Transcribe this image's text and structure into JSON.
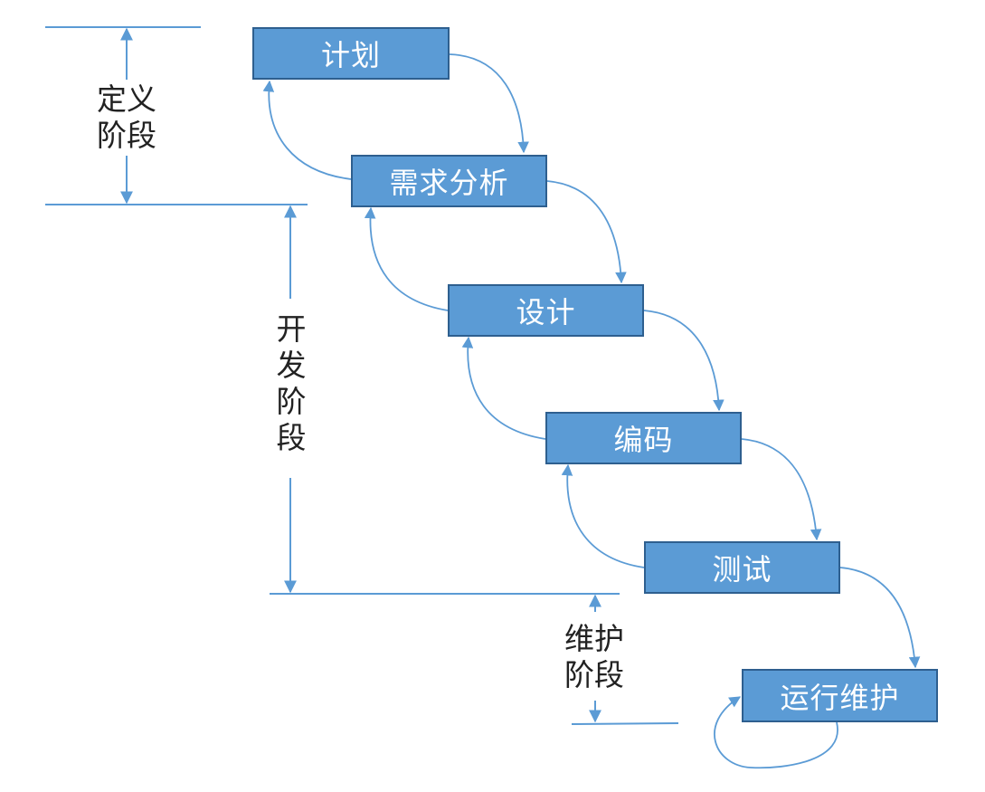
{
  "stages": [
    {
      "id": "plan",
      "label": "计划"
    },
    {
      "id": "requirements",
      "label": "需求分析"
    },
    {
      "id": "design",
      "label": "设计"
    },
    {
      "id": "coding",
      "label": "编码"
    },
    {
      "id": "testing",
      "label": "测试"
    },
    {
      "id": "maintenance",
      "label": "运行维护"
    }
  ],
  "phases": [
    {
      "id": "definition",
      "label": "定义\n阶段"
    },
    {
      "id": "development",
      "label": "开\n发\n阶\n段"
    },
    {
      "id": "maintenance",
      "label": "维护\n阶段"
    }
  ],
  "colors": {
    "box_fill": "#5b9bd5",
    "box_border": "#2e5f8f",
    "line": "#5b9bd5",
    "text_on_box": "#ffffff",
    "label_text": "#222222"
  }
}
